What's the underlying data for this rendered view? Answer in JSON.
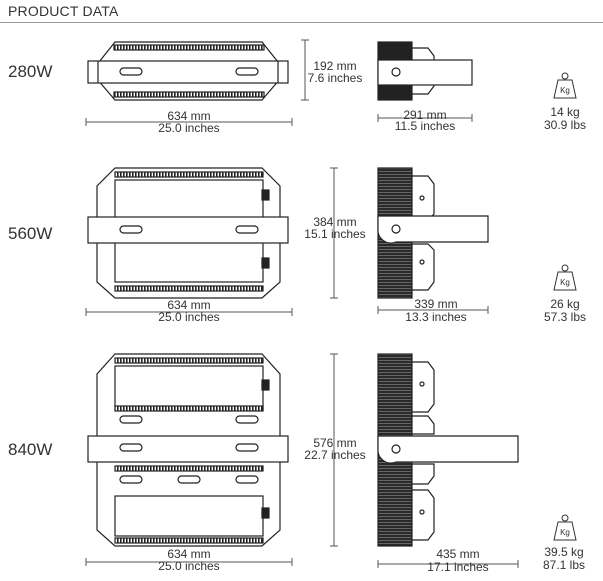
{
  "header": {
    "title": "PRODUCT DATA"
  },
  "models": [
    {
      "wattage": "280W",
      "width_mm": "634 mm",
      "width_in": "25.0 inches",
      "height_mm": "192 mm",
      "height_in": "7.6 inches",
      "depth_mm": "291 mm",
      "depth_in": "11.5 inches",
      "weight_kg": "14 kg",
      "weight_lbs": "30.9 lbs"
    },
    {
      "wattage": "560W",
      "width_mm": "634 mm",
      "width_in": "25.0 inches",
      "height_mm": "384 mm",
      "height_in": "15.1 inches",
      "depth_mm": "339 mm",
      "depth_in": "13.3 inches",
      "weight_kg": "26 kg",
      "weight_lbs": "57.3 lbs"
    },
    {
      "wattage": "840W",
      "width_mm": "634 mm",
      "width_in": "25.0 inches",
      "height_mm": "576 mm",
      "height_in": "22.7 inches",
      "depth_mm": "435 mm",
      "depth_in": "17.1 inches",
      "weight_kg": "39.5 kg",
      "weight_lbs": "87.1 lbs"
    }
  ],
  "weight_icon": {
    "name": "weight-icon",
    "label": "Kg"
  }
}
